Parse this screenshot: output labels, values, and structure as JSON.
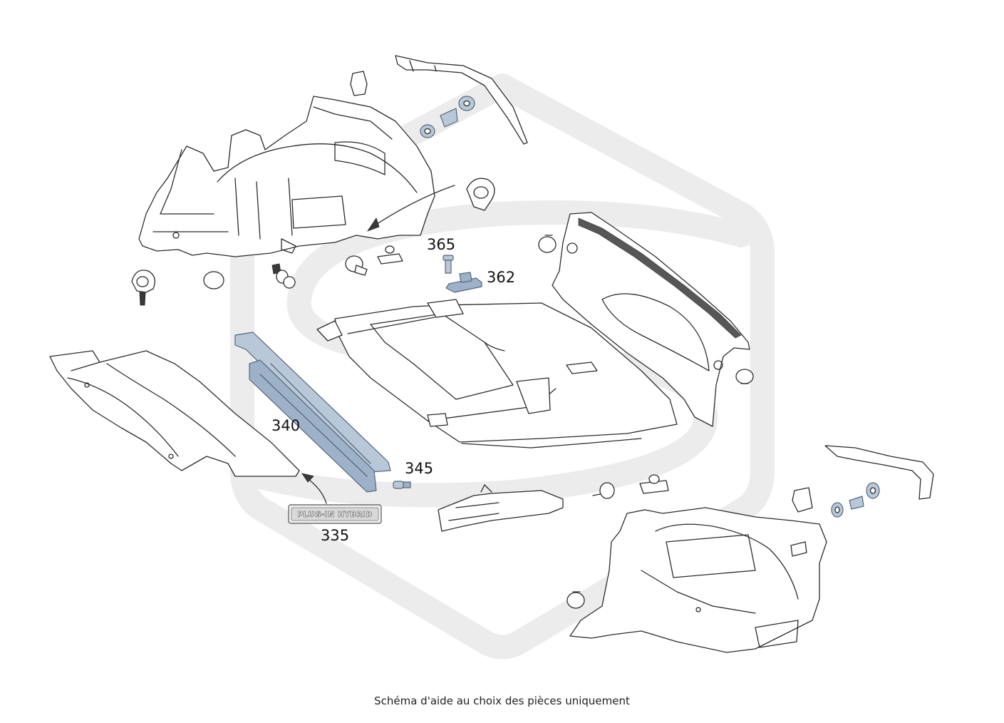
{
  "diagram": {
    "callouts": [
      {
        "id": "p365",
        "label": "365"
      },
      {
        "id": "p362",
        "label": "362"
      },
      {
        "id": "p340",
        "label": "340"
      },
      {
        "id": "p345",
        "label": "345"
      },
      {
        "id": "p335",
        "label": "335"
      }
    ],
    "badge_text": "PLUG-IN HYBRID",
    "highlight_color": "#9db1c8",
    "line_color": "#2b2b2b",
    "watermark_color": "#ececec"
  },
  "caption": "Schéma d'aide au choix des pièces uniquement"
}
